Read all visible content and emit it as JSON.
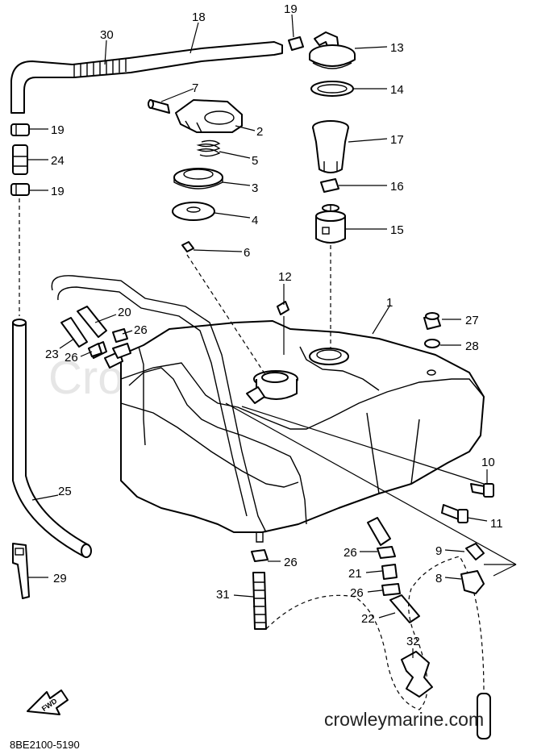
{
  "watermark": "Crowley Marine",
  "website": "crowleymarine.com",
  "diagram_code": "8BE2100-5190",
  "fwd_label": "FWD",
  "labels": {
    "l1": "1",
    "l2": "2",
    "l3": "3",
    "l4": "4",
    "l5": "5",
    "l6": "6",
    "l7": "7",
    "l8": "8",
    "l9": "9",
    "l10": "10",
    "l11": "11",
    "l12": "12",
    "l13": "13",
    "l14": "14",
    "l15": "15",
    "l16": "16",
    "l17": "17",
    "l18": "18",
    "l19a": "19",
    "l19b": "19",
    "l19c": "19",
    "l20": "20",
    "l21": "21",
    "l22": "22",
    "l23": "23",
    "l24": "24",
    "l25": "25",
    "l26a": "26",
    "l26b": "26",
    "l26c": "26",
    "l26d": "26",
    "l26e": "26",
    "l27": "27",
    "l28": "28",
    "l29": "29",
    "l30": "30",
    "l31": "31",
    "l32": "32"
  }
}
